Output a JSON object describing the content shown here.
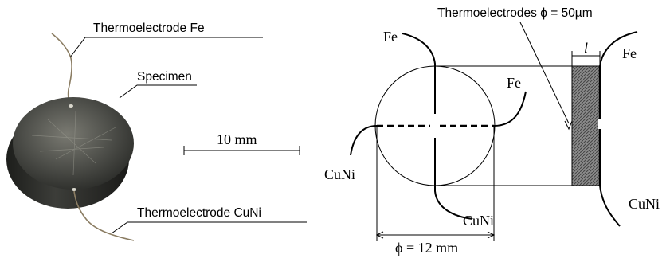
{
  "photo": {
    "labels": {
      "thermo_fe": "Thermoelectrode Fe",
      "specimen": "Specimen",
      "thermo_cuni": "Thermoelectrode CuNi"
    },
    "scale_bar": "10 mm"
  },
  "schematic": {
    "thermo_wires": "Thermoelectrodes ϕ = 50µm",
    "fe_top": "Fe",
    "fe_mid": "Fe",
    "fe_side": "Fe",
    "cuni_left": "CuNi",
    "cuni_bottom": "CuNi",
    "cuni_side": "CuNi",
    "thickness": "l",
    "diameter": "ϕ = 12 mm"
  }
}
